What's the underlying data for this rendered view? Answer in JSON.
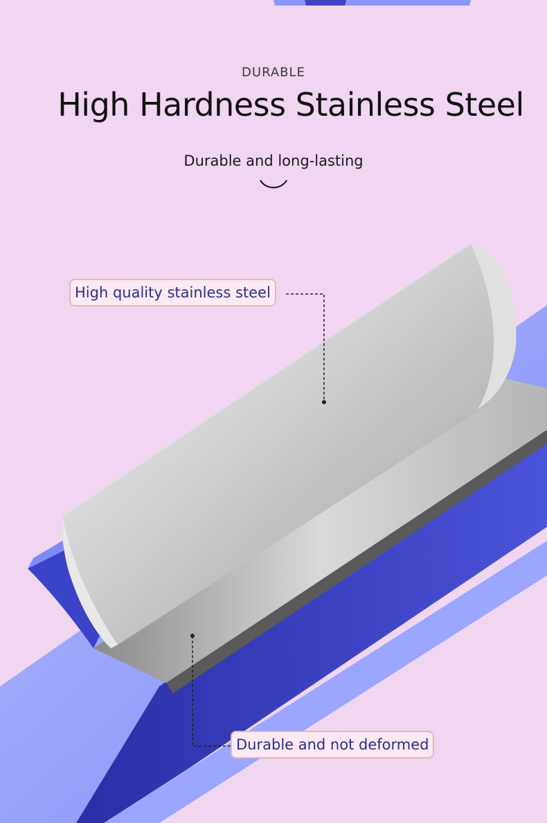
{
  "header": {
    "eyebrow": "DURABLE",
    "title": "High Hardness Stainless Steel",
    "subtitle": "Durable and long-lasting"
  },
  "callouts": {
    "top": "High quality stainless steel",
    "bottom": "Durable and not deformed"
  },
  "colors": {
    "background": "#f0d6f0",
    "handle_light": "#9aa6ff",
    "handle_dark": "#3b43c9",
    "steel": "#c8c8c8",
    "callout_text": "#2d2f86",
    "callout_border": "#e7b8b0"
  },
  "icons": {
    "smile": "smile-arc-icon"
  }
}
